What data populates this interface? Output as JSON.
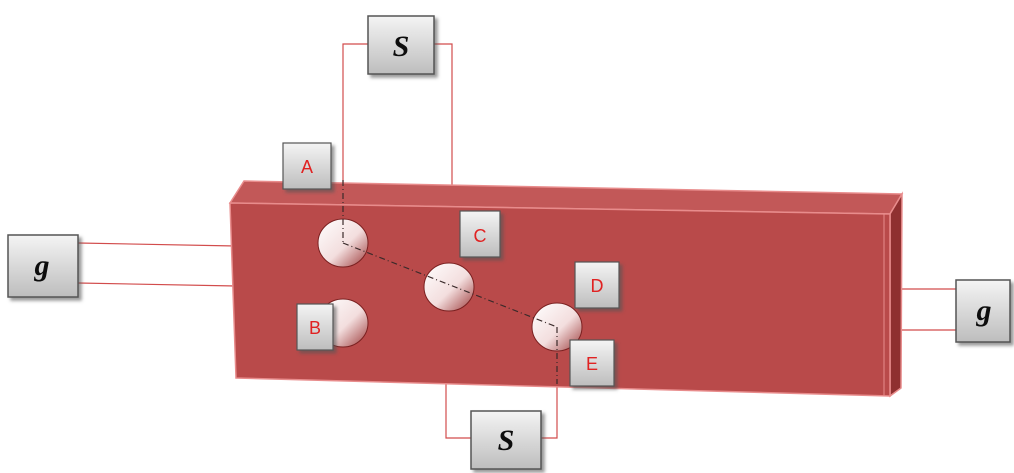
{
  "labels": {
    "load_top": "S",
    "load_bottom": "S",
    "load_left": "g",
    "load_right": "g",
    "point_a": "A",
    "point_b": "B",
    "point_c": "C",
    "point_d": "D",
    "point_e": "E"
  },
  "colors": {
    "plate_front": "#b94a4a",
    "plate_top": "#c25858",
    "plate_side": "#8f3030",
    "plate_edge": "#e88c8c",
    "wire": "#d24c4c",
    "label_text": "#e02020",
    "box_gradient_top": "#f4f4f4",
    "box_gradient_bottom": "#bdbdbd"
  }
}
